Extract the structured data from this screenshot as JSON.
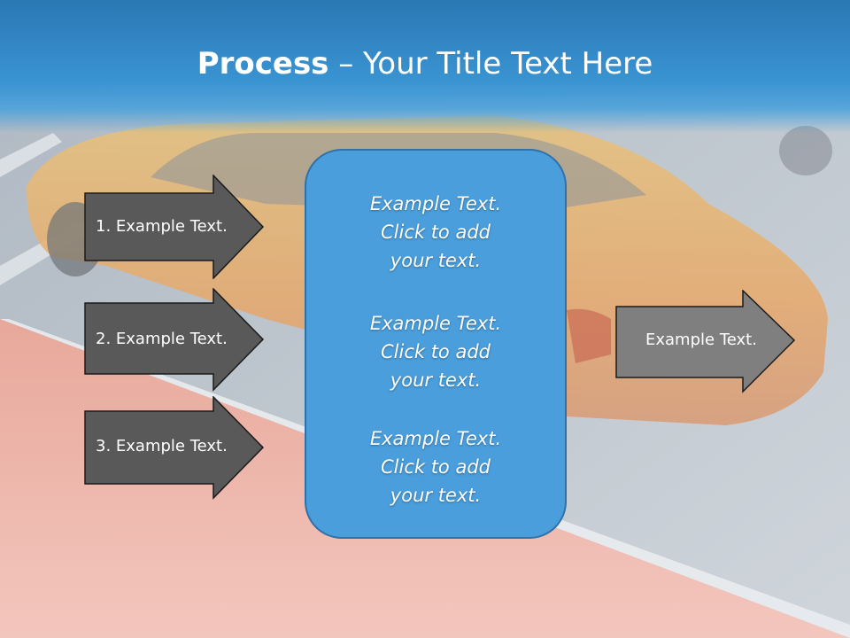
{
  "title": {
    "bold": "Process",
    "rest": " – Your Title Text Here"
  },
  "left_items": [
    {
      "label": "1. Example Text."
    },
    {
      "label": "2. Example Text."
    },
    {
      "label": "3. Example Text."
    }
  ],
  "center_blocks": [
    {
      "lines": [
        "Example Text.",
        "Click  to add",
        "your text."
      ]
    },
    {
      "lines": [
        "Example Text.",
        "Click  to add",
        "your text."
      ]
    },
    {
      "lines": [
        "Example Text.",
        "Click  to add",
        "your text."
      ]
    }
  ],
  "right_item": {
    "label": "Example Text."
  },
  "colors": {
    "title_bar": "#3a94d2",
    "left_arrow_fill": "#595959",
    "right_arrow_fill": "#7f7f7f",
    "center_fill": "#4a9edb",
    "center_border": "#2f72a8"
  },
  "background_image": "taxi-cab-photo"
}
